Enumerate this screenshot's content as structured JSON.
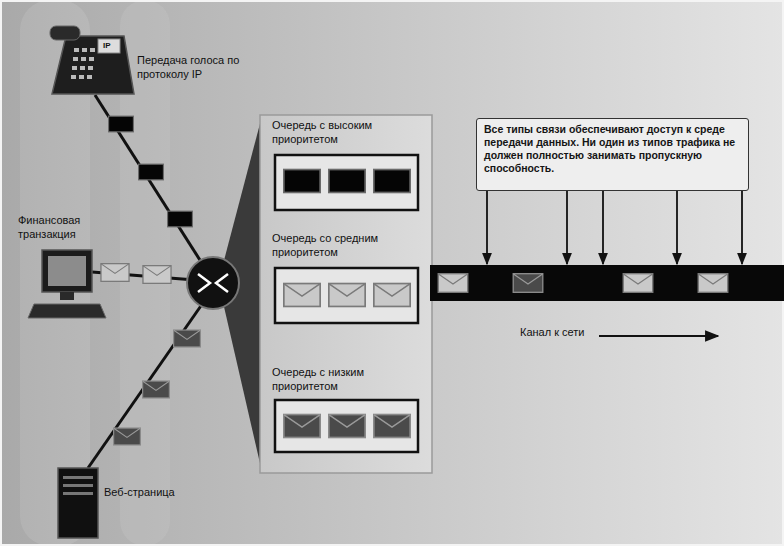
{
  "diagram": {
    "nodes": [
      {
        "text": [
          "Передача голоса по протоколу IP"
        ]
      },
      {
        "text": [
          "Финансовая транзакция"
        ]
      },
      {
        "text": [
          "Веб-страница"
        ]
      },
      {
        "text": [
          "Очередь с высоким приоритетом"
        ]
      },
      {
        "text": [
          "Очередь со средним приоритетом"
        ]
      },
      {
        "text": [
          "Очередь с низким приоритетом"
        ]
      },
      {
        "text": [
          "Все типы связи обеспечивают доступ к среде передачи данных. Ни один из типов трафика не должен полностью занимать пропускную способность."
        ]
      },
      {
        "text": [
          "Канал к сети"
        ]
      }
    ],
    "edges": [
      {
        "from": 6,
        "to": 7,
        "arrow": "to"
      },
      {
        "from": 6,
        "to": 7,
        "arrow": "to"
      },
      {
        "from": 6,
        "to": 7,
        "arrow": "to"
      },
      {
        "from": 6,
        "to": 7,
        "arrow": "to"
      },
      {
        "from": 6,
        "to": 7,
        "arrow": "to"
      }
    ],
    "labels": [
      "IP"
    ]
  }
}
